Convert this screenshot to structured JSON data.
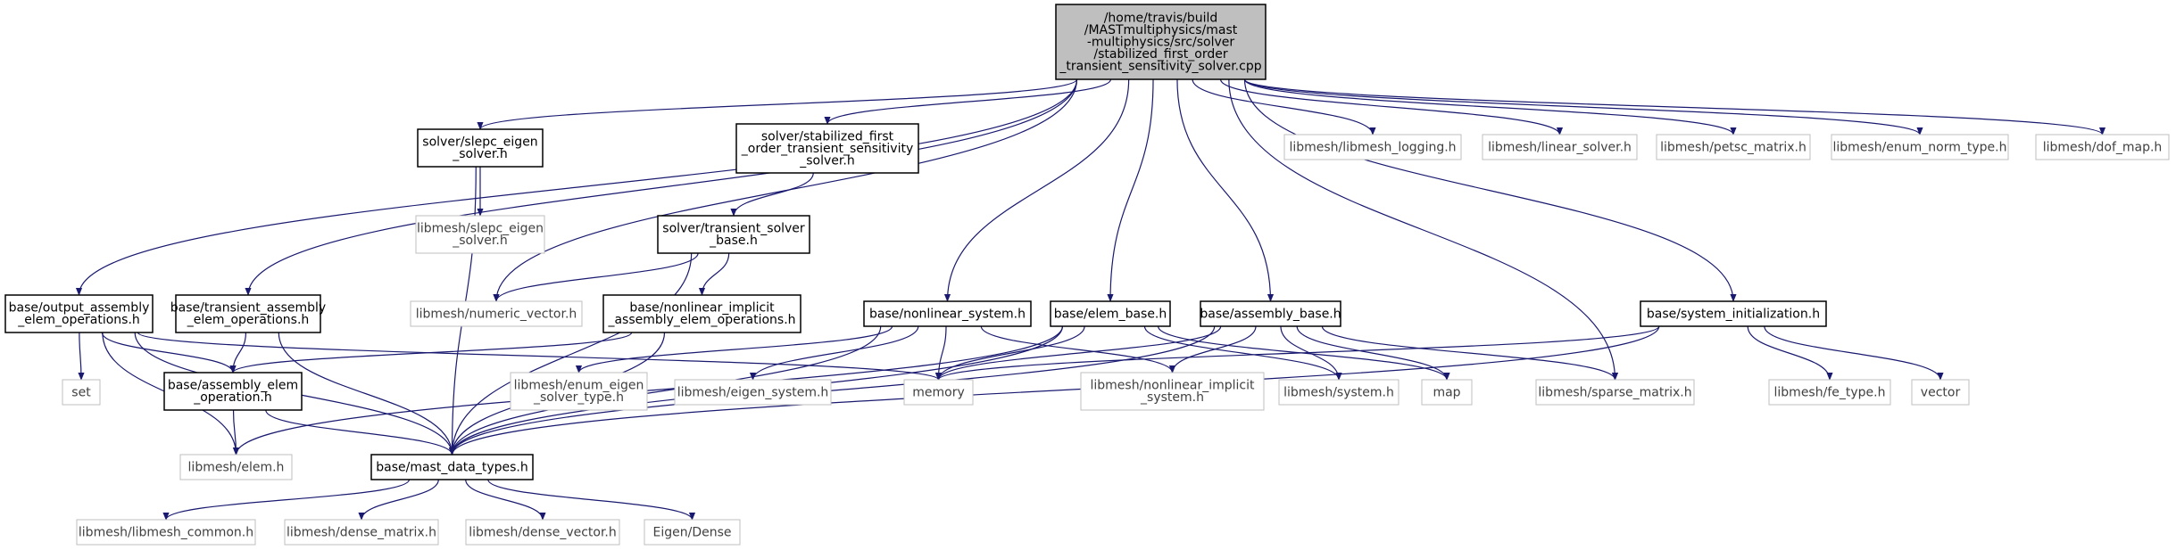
{
  "colors": {
    "edge": "#191970",
    "root_fill": "#bfbfbf",
    "node_border": "#000000",
    "external_border": "#bfbfbf",
    "external_text": "#404040",
    "text": "#000000",
    "background": "#ffffff"
  },
  "nodes": [
    {
      "id": "root",
      "kind": "root",
      "lines": [
        "/home/travis/build",
        "/MASTmultiphysics/mast",
        "-multiphysics/src/solver",
        "/stabilized_first_order",
        "_transient_sensitivity_solver.cpp"
      ]
    },
    {
      "id": "slepc_eigen_solver",
      "kind": "internal",
      "lines": [
        "solver/slepc_eigen",
        "_solver.h"
      ]
    },
    {
      "id": "stab_solver_h",
      "kind": "internal",
      "lines": [
        "solver/stabilized_first",
        "_order_transient_sensitivity",
        "_solver.h"
      ]
    },
    {
      "id": "transient_solver_base",
      "kind": "internal",
      "lines": [
        "solver/transient_solver",
        "_base.h"
      ]
    },
    {
      "id": "libmesh_slepc",
      "kind": "external",
      "lines": [
        "libmesh/slepc_eigen",
        "_solver.h"
      ]
    },
    {
      "id": "numeric_vector",
      "kind": "external",
      "lines": [
        "libmesh/numeric_vector.h"
      ]
    },
    {
      "id": "nonlinear_implicit_ops",
      "kind": "internal",
      "lines": [
        "base/nonlinear_implicit",
        "_assembly_elem_operations.h"
      ]
    },
    {
      "id": "output_assembly",
      "kind": "internal",
      "lines": [
        "base/output_assembly",
        "_elem_operations.h"
      ]
    },
    {
      "id": "transient_assembly",
      "kind": "internal",
      "lines": [
        "base/transient_assembly",
        "_elem_operations.h"
      ]
    },
    {
      "id": "nonlinear_system",
      "kind": "internal",
      "lines": [
        "base/nonlinear_system.h"
      ]
    },
    {
      "id": "elem_base",
      "kind": "internal",
      "lines": [
        "base/elem_base.h"
      ]
    },
    {
      "id": "assembly_base",
      "kind": "internal",
      "lines": [
        "base/assembly_base.h"
      ]
    },
    {
      "id": "system_init",
      "kind": "internal",
      "lines": [
        "base/system_initialization.h"
      ]
    },
    {
      "id": "libmesh_logging",
      "kind": "external",
      "lines": [
        "libmesh/libmesh_logging.h"
      ]
    },
    {
      "id": "linear_solver",
      "kind": "external",
      "lines": [
        "libmesh/linear_solver.h"
      ]
    },
    {
      "id": "petsc_matrix",
      "kind": "external",
      "lines": [
        "libmesh/petsc_matrix.h"
      ]
    },
    {
      "id": "enum_norm_type",
      "kind": "external",
      "lines": [
        "libmesh/enum_norm_type.h"
      ]
    },
    {
      "id": "dof_map",
      "kind": "external",
      "lines": [
        "libmesh/dof_map.h"
      ]
    },
    {
      "id": "set",
      "kind": "external",
      "lines": [
        "set"
      ]
    },
    {
      "id": "assembly_elem_op",
      "kind": "internal",
      "lines": [
        "base/assembly_elem",
        "_operation.h"
      ]
    },
    {
      "id": "enum_eigen_solver_type",
      "kind": "external",
      "lines": [
        "libmesh/enum_eigen",
        "_solver_type.h"
      ]
    },
    {
      "id": "eigen_system",
      "kind": "external",
      "lines": [
        "libmesh/eigen_system.h"
      ]
    },
    {
      "id": "memory",
      "kind": "external",
      "lines": [
        "memory"
      ]
    },
    {
      "id": "nonlinear_implicit_system",
      "kind": "external",
      "lines": [
        "libmesh/nonlinear_implicit",
        "_system.h"
      ]
    },
    {
      "id": "system_h",
      "kind": "external",
      "lines": [
        "libmesh/system.h"
      ]
    },
    {
      "id": "map",
      "kind": "external",
      "lines": [
        "map"
      ]
    },
    {
      "id": "sparse_matrix",
      "kind": "external",
      "lines": [
        "libmesh/sparse_matrix.h"
      ]
    },
    {
      "id": "fe_type",
      "kind": "external",
      "lines": [
        "libmesh/fe_type.h"
      ]
    },
    {
      "id": "vector",
      "kind": "external",
      "lines": [
        "vector"
      ]
    },
    {
      "id": "elem_h",
      "kind": "external",
      "lines": [
        "libmesh/elem.h"
      ]
    },
    {
      "id": "mast_data_types",
      "kind": "internal",
      "lines": [
        "base/mast_data_types.h"
      ]
    },
    {
      "id": "libmesh_common",
      "kind": "external",
      "lines": [
        "libmesh/libmesh_common.h"
      ]
    },
    {
      "id": "dense_matrix",
      "kind": "external",
      "lines": [
        "libmesh/dense_matrix.h"
      ]
    },
    {
      "id": "dense_vector",
      "kind": "external",
      "lines": [
        "libmesh/dense_vector.h"
      ]
    },
    {
      "id": "eigen_dense",
      "kind": "external",
      "lines": [
        "Eigen/Dense"
      ]
    }
  ],
  "edges": [
    [
      "root",
      "output_assembly"
    ],
    [
      "root",
      "transient_assembly"
    ],
    [
      "root",
      "slepc_eigen_solver"
    ],
    [
      "root",
      "numeric_vector"
    ],
    [
      "root",
      "stab_solver_h"
    ],
    [
      "root",
      "nonlinear_system"
    ],
    [
      "root",
      "elem_base"
    ],
    [
      "root",
      "assembly_base"
    ],
    [
      "root",
      "sparse_matrix"
    ],
    [
      "root",
      "system_init"
    ],
    [
      "root",
      "libmesh_logging"
    ],
    [
      "root",
      "linear_solver"
    ],
    [
      "root",
      "petsc_matrix"
    ],
    [
      "root",
      "enum_norm_type"
    ],
    [
      "root",
      "dof_map"
    ],
    [
      "slepc_eigen_solver",
      "libmesh_slepc"
    ],
    [
      "slepc_eigen_solver",
      "mast_data_types"
    ],
    [
      "stab_solver_h",
      "transient_solver_base"
    ],
    [
      "transient_solver_base",
      "numeric_vector"
    ],
    [
      "transient_solver_base",
      "nonlinear_implicit_ops"
    ],
    [
      "transient_solver_base",
      "mast_data_types"
    ],
    [
      "nonlinear_implicit_ops",
      "assembly_elem_op"
    ],
    [
      "nonlinear_implicit_ops",
      "mast_data_types"
    ],
    [
      "output_assembly",
      "set"
    ],
    [
      "output_assembly",
      "assembly_elem_op"
    ],
    [
      "output_assembly",
      "elem_h"
    ],
    [
      "output_assembly",
      "mast_data_types"
    ],
    [
      "output_assembly",
      "memory"
    ],
    [
      "transient_assembly",
      "assembly_elem_op"
    ],
    [
      "transient_assembly",
      "mast_data_types"
    ],
    [
      "assembly_elem_op",
      "elem_h"
    ],
    [
      "assembly_elem_op",
      "mast_data_types"
    ],
    [
      "nonlinear_system",
      "enum_eigen_solver_type"
    ],
    [
      "nonlinear_system",
      "eigen_system"
    ],
    [
      "nonlinear_system",
      "memory"
    ],
    [
      "nonlinear_system",
      "nonlinear_implicit_system"
    ],
    [
      "nonlinear_system",
      "mast_data_types"
    ],
    [
      "elem_base",
      "memory"
    ],
    [
      "elem_base",
      "system_h"
    ],
    [
      "elem_base",
      "map"
    ],
    [
      "elem_base",
      "elem_h"
    ],
    [
      "elem_base",
      "mast_data_types"
    ],
    [
      "assembly_base",
      "memory"
    ],
    [
      "assembly_base",
      "nonlinear_implicit_system"
    ],
    [
      "assembly_base",
      "system_h"
    ],
    [
      "assembly_base",
      "map"
    ],
    [
      "assembly_base",
      "sparse_matrix"
    ],
    [
      "assembly_base",
      "mast_data_types"
    ],
    [
      "system_init",
      "memory"
    ],
    [
      "system_init",
      "fe_type"
    ],
    [
      "system_init",
      "vector"
    ],
    [
      "system_init",
      "mast_data_types"
    ],
    [
      "mast_data_types",
      "libmesh_common"
    ],
    [
      "mast_data_types",
      "dense_matrix"
    ],
    [
      "mast_data_types",
      "dense_vector"
    ],
    [
      "mast_data_types",
      "eigen_dense"
    ]
  ]
}
